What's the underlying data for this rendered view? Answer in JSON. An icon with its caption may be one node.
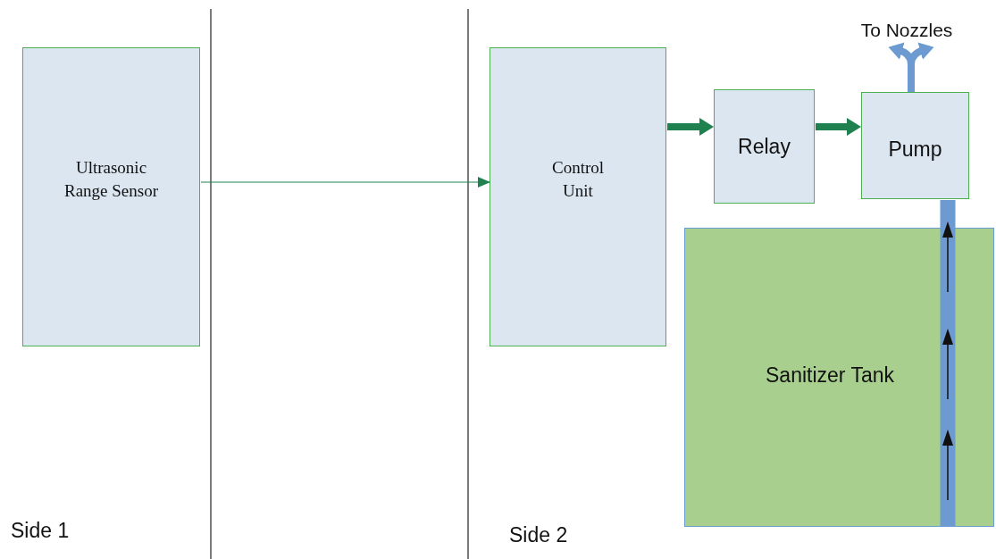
{
  "diagram": {
    "nodes": [
      {
        "text": [
          "Ultrasonic Range Sensor"
        ]
      },
      {
        "text": [
          "Control Unit"
        ]
      },
      {
        "text": [
          "Relay"
        ]
      },
      {
        "text": [
          "Pump"
        ]
      },
      {
        "text": [
          "Sanitizer Tank"
        ]
      },
      {
        "text": [
          "To Nozzles"
        ]
      }
    ],
    "edges": [
      {
        "from": 0,
        "to": 1,
        "arrow": "to"
      },
      {
        "from": 1,
        "to": 2,
        "arrow": "to"
      },
      {
        "from": 2,
        "to": 3,
        "arrow": "to"
      },
      {
        "from": 3,
        "to": 5,
        "arrow": "to",
        "color": "#6d9bd1"
      },
      {
        "from": 3,
        "to": 5,
        "arrow": "to",
        "color": "#6d9bd1"
      },
      {
        "from": 4,
        "to": 3,
        "arrow": "to",
        "style": "thick",
        "color": "#6d9bd1"
      }
    ],
    "labels": [
      "Side 1",
      "Side 2"
    ]
  }
}
